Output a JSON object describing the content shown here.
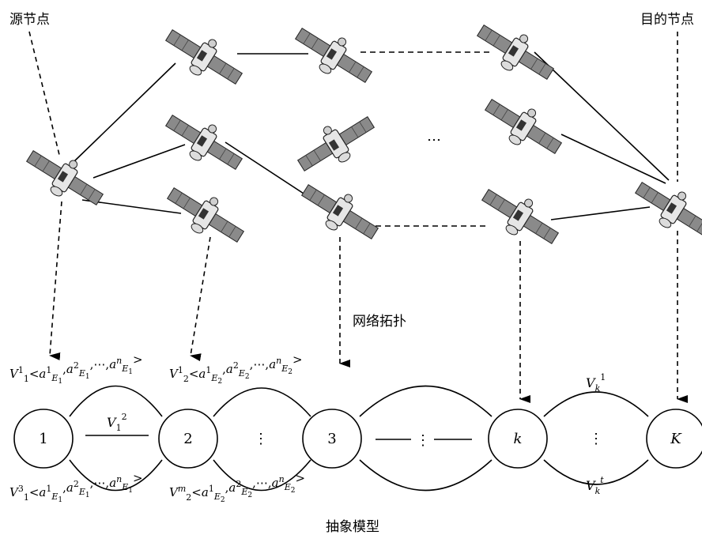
{
  "labels": {
    "source_node": "源节点",
    "dest_node": "目的节点",
    "network_topology": "网络拓扑",
    "abstract_model": "抽象模型",
    "ellipsis_dots": "…"
  },
  "model": {
    "nodes": [
      "1",
      "2",
      "3",
      "k",
      "K"
    ],
    "vdots": "⋮",
    "set_v1_top": {
      "V": "V",
      "sup": "1",
      "sub": "1",
      "a1": "a",
      "s1": "1",
      "e1": "E",
      "e1sub": "1",
      "a2": "a",
      "s2": "2",
      "an": "a",
      "sn": "n",
      "dots": "⋯",
      "lt": "<",
      "gt": ">"
    },
    "set_v1_bottom_sup": "3",
    "set_v2_top_sup": "1",
    "set_v2_bottom_sup": "m",
    "edge_12_label": {
      "V": "V",
      "sub": "1",
      "sup": "2"
    },
    "edge_k_top": {
      "V": "V",
      "sub": "k",
      "sup": "1"
    },
    "edge_k_bottom": {
      "V": "V",
      "sub": "k",
      "sup": "t"
    }
  }
}
